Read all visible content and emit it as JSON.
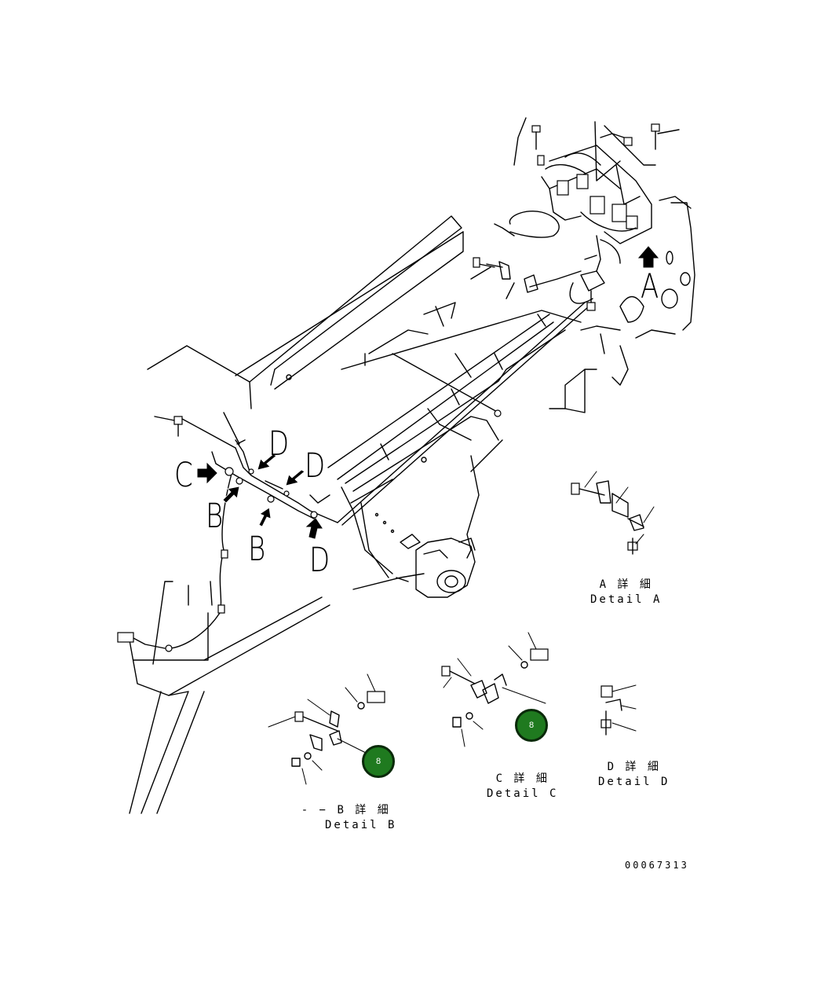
{
  "callout_letters": {
    "a": "A",
    "b1": "B",
    "b2": "B",
    "c": "C",
    "d1": "D",
    "d2": "D",
    "d3": "D"
  },
  "details": [
    {
      "key": "A",
      "jp": "A 詳 細",
      "en": "Detail A"
    },
    {
      "key": "B",
      "jp": "B 詳 細",
      "en": "Detail B",
      "prefix": "- −"
    },
    {
      "key": "C",
      "jp": "C 詳 細",
      "en": "Detail C"
    },
    {
      "key": "D",
      "jp": "D 詳 細",
      "en": "Detail D"
    }
  ],
  "badges": [
    {
      "label": "8",
      "color": "#1f7a1f"
    },
    {
      "label": "8",
      "color": "#1f7a1f"
    }
  ],
  "drawing_number": "00067313",
  "colors": {
    "line": "#000000",
    "background": "#ffffff",
    "badge": "#1f7a1f"
  }
}
